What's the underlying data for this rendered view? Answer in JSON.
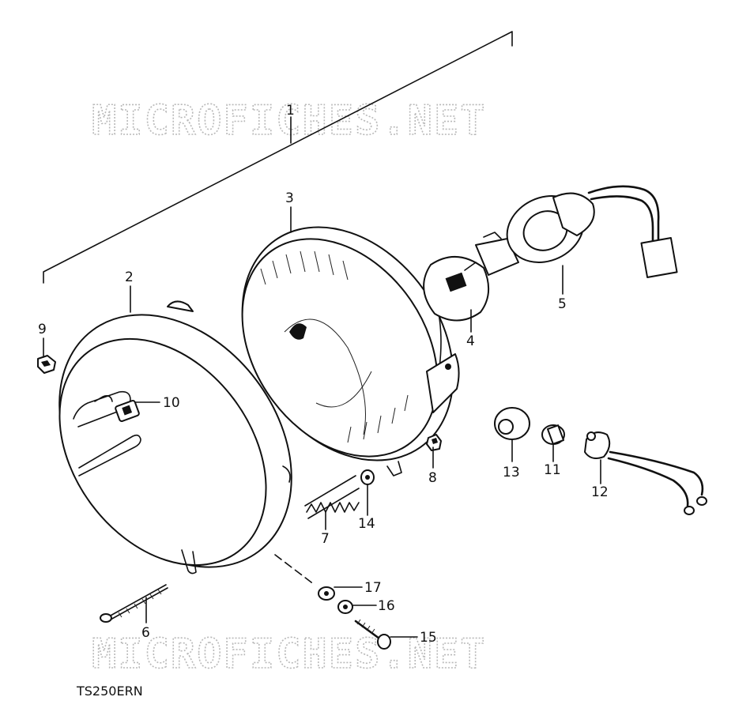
{
  "watermark": {
    "text": "MICROFICHES.NET"
  },
  "model_code": "TS250ERN",
  "callouts": [
    {
      "key": "c1",
      "label": "1"
    },
    {
      "key": "c2",
      "label": "2"
    },
    {
      "key": "c3",
      "label": "3"
    },
    {
      "key": "c4",
      "label": "4"
    },
    {
      "key": "c5",
      "label": "5"
    },
    {
      "key": "c6",
      "label": "6"
    },
    {
      "key": "c7",
      "label": "7"
    },
    {
      "key": "c8",
      "label": "8"
    },
    {
      "key": "c9",
      "label": "9"
    },
    {
      "key": "c10",
      "label": "10"
    },
    {
      "key": "c11",
      "label": "11"
    },
    {
      "key": "c12",
      "label": "12"
    },
    {
      "key": "c13",
      "label": "13"
    },
    {
      "key": "c14",
      "label": "14"
    },
    {
      "key": "c15",
      "label": "15"
    },
    {
      "key": "c16",
      "label": "16"
    },
    {
      "key": "c17",
      "label": "17"
    }
  ]
}
